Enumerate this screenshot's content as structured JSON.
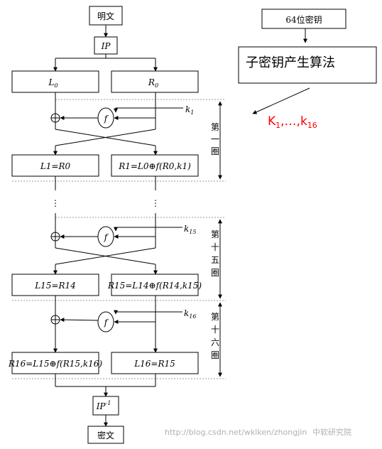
{
  "nodes": {
    "plaintext": "明文",
    "ip": "IP",
    "l0": "L",
    "l0_sub": "0",
    "r0": "R",
    "r0_sub": "0",
    "round1_left": "L1=R0",
    "round1_right": "R1=L0⊕f(R0,k1)",
    "round15_left": "L15=R14",
    "round15_right": "R15=L14⊕f(R14,k15)",
    "round16_left": "R16=L15⊕f(R15,k16)",
    "round16_right": "L16=R15",
    "ip_inverse": "IP",
    "ip_inverse_sup": "-1",
    "ciphertext": "密文",
    "f_label": "f",
    "key1": "k",
    "key1_sub": "1",
    "key15": "k",
    "key15_sub": "15",
    "key16": "k",
    "key16_sub": "16",
    "dots": "⋮"
  },
  "side_labels": {
    "round1": [
      "第",
      "一",
      "圈"
    ],
    "round15": [
      "第",
      "十",
      "五",
      "圈"
    ],
    "round16": [
      "第",
      "十",
      "六",
      "圈"
    ]
  },
  "key_schedule": {
    "key_box": "64位密钥",
    "algorithm": "子密钥产生算法",
    "subkeys_prefix": "K",
    "subkeys_first_sub": "1",
    "subkeys_mid": ",…,k",
    "subkeys_last_sub": "16"
  },
  "watermark": {
    "url": "http://blog.csdn.net/wklken/zhongjin",
    "brand": "中软研究院"
  },
  "colors": {
    "subkeys": "#ff0000",
    "line": "#000000",
    "dashed": "#777777"
  }
}
